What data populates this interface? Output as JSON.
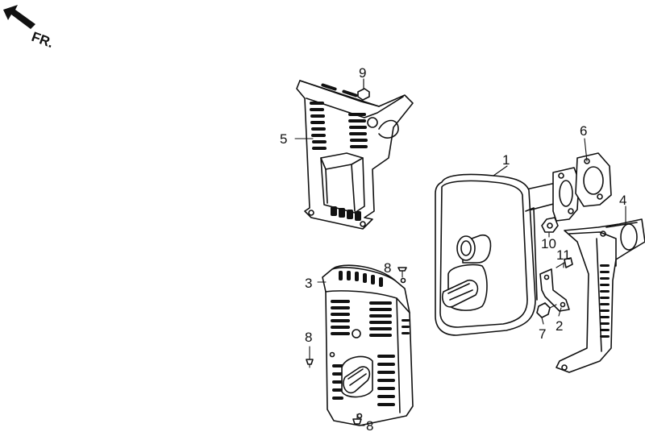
{
  "direction_label": "FR.",
  "callouts": {
    "c1": "1",
    "c2": "2",
    "c3": "3",
    "c4": "4",
    "c5": "5",
    "c6": "6",
    "c7": "7",
    "c8a": "8",
    "c8b": "8",
    "c8c": "8",
    "c9": "9",
    "c10": "10",
    "c11": "11"
  }
}
